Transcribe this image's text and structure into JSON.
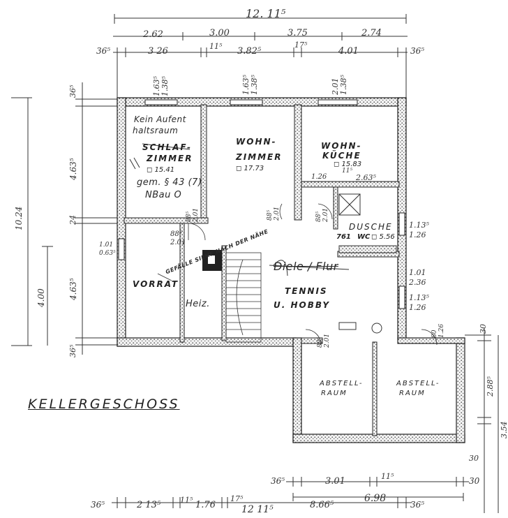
{
  "title": "KELLERGESCHOSS",
  "dims_top": {
    "overall": "12. 11⁵",
    "row1": [
      "2.62",
      "3.00",
      "3.75",
      "2.74"
    ],
    "row2": [
      "36⁵",
      "3 26",
      "11⁵",
      "3.82⁵",
      "17⁵",
      "4.01",
      "36⁵"
    ]
  },
  "dims_bottom": {
    "row_annex": [
      "36⁵",
      "3.01",
      "11⁵",
      "30"
    ],
    "annex_overall": "6.98",
    "row2": [
      "36⁵",
      "2 13⁵",
      "11⁵",
      "1.76",
      "17⁵",
      "8.66⁵",
      "36⁵"
    ],
    "overall": "12 11⁵"
  },
  "dims_left": {
    "overall": "10.24",
    "sub": "4.00",
    "segments": [
      "36⁵",
      "4.63⁵",
      "24",
      "4.63⁵",
      "36⁵"
    ]
  },
  "dims_right": [
    "30",
    "2.88⁵",
    "3.54",
    "30"
  ],
  "windows": {
    "w1": [
      "1.63⁵",
      "1.38⁵"
    ],
    "w2": [
      "1.63⁵",
      "1.38⁵"
    ],
    "w3": [
      "2.01",
      "1.38⁵"
    ],
    "left": [
      "1.01",
      "0.63⁵"
    ],
    "right_top": [
      "1.13⁵",
      "1.26"
    ],
    "right_mid": [
      "1.01",
      "2.36"
    ],
    "right_bot": [
      "1.13⁵",
      "1.26"
    ]
  },
  "rooms": {
    "schlafzimmer": {
      "name_1": "SCHLAF-",
      "name_2": "ZIMMER",
      "area": "◻ 15.41"
    },
    "wohnzimmer": {
      "name_1": "WOHN-",
      "name_2": "ZIMMER",
      "area": "◻ 17.73"
    },
    "wohnkueche": {
      "name_1": "WOHN-",
      "name_2": "KÜCHE",
      "area": "◻ 15.83"
    },
    "dusche": {
      "name": "DUSCHE",
      "wc": "WC",
      "area": "◻ 5.56",
      "sub": "761"
    },
    "vorrat": {
      "name": "VORRAT"
    },
    "heiz": {
      "name": "Heiz."
    },
    "tennis": {
      "name_1": "TENNIS",
      "name_2": "U. HOBBY",
      "crossed": "Diele / Flur"
    },
    "abstell1": {
      "name_1": "ABSTELL-",
      "name_2": "RAUM"
    },
    "abstell2": {
      "name_1": "ABSTELL-",
      "name_2": "RAUM"
    }
  },
  "notes": {
    "kein_1": "Kein Aufent",
    "kein_2": "haltsraum",
    "gem": "gem. § 43 (7)",
    "nbauo": "NBau O",
    "stair_text": "GEFÄLLE SIEHE NACH DER NÄHE",
    "kitchen_inner": [
      "1.26",
      "11⁵",
      "2.63⁵"
    ]
  },
  "door_dims": {
    "d1": [
      "88⁵",
      "2.01"
    ],
    "d2": [
      "88⁵",
      "2.01"
    ],
    "d3": [
      "88⁵",
      "2.01"
    ],
    "d4": [
      "88⁵",
      "2.01"
    ],
    "d5": [
      "88⁵",
      "2.01"
    ],
    "d6": [
      "80",
      "1.26"
    ]
  }
}
